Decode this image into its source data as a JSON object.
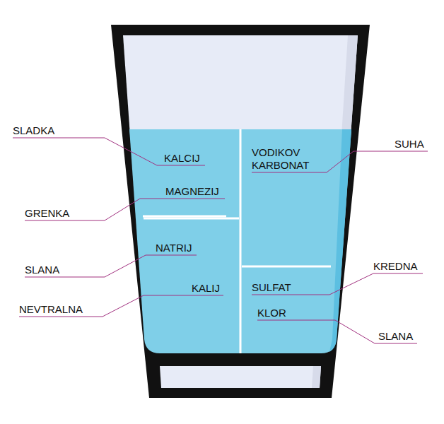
{
  "diagram": {
    "nodes": [
      {
        "text": [
          "KALCIJ",
          "MAGNEZIJ"
        ]
      },
      {
        "text": [
          "VODIKOV KARBONAT"
        ]
      },
      {
        "text": [
          "NATRIJ",
          "KALIJ"
        ]
      },
      {
        "text": [
          "SULFAT",
          "KLOR"
        ]
      }
    ],
    "labels": [
      "SLADKA",
      "GRENKA",
      "SLANA",
      "NEVTRALNA",
      "SUHA",
      "KREDNA",
      "SLANA"
    ]
  }
}
